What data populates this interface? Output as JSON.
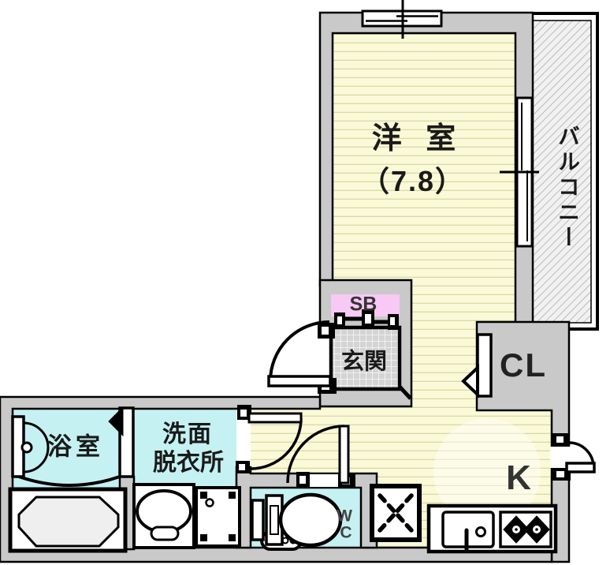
{
  "floorplan": {
    "labels": {
      "western_room": "洋 室",
      "western_room_size": "（7.8）",
      "balcony": "バルコニー",
      "shoe_box": "SB",
      "entrance": "玄関",
      "closet": "CL",
      "bathroom": "浴室",
      "washroom_line1": "洗面",
      "washroom_line2": "脱衣所",
      "wc_line1": "W",
      "wc_line2": "C",
      "kitchen": "K"
    },
    "colors": {
      "room_floor_yellow": "#fafad8",
      "room_hatch_line": "#d9d9a6",
      "wet_area_cyan": "#c5f1f2",
      "closet_pink": "#f8c9f4",
      "wall_gray": "#c9c9c9",
      "entrance_tile_gray": "#d4d4d4",
      "balcony_hatch_gray": "#a9a9a9",
      "outline_black": "#000000"
    }
  }
}
